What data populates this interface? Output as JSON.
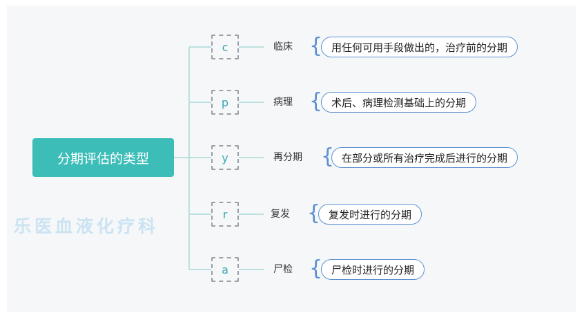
{
  "root": {
    "label": "分期评估的类型"
  },
  "watermark": "乐医血液化疗科",
  "branches": [
    {
      "code": "c",
      "label": "临床",
      "desc": "用任何可用手段做出的，治疗前的分期"
    },
    {
      "code": "p",
      "label": "病理",
      "desc": "术后、病理检测基础上的分期"
    },
    {
      "code": "y",
      "label": "再分期",
      "desc": "在部分或所有治疗完成后进行的分期"
    },
    {
      "code": "r",
      "label": "复发",
      "desc": "复发时进行的分期"
    },
    {
      "code": "a",
      "label": "尸检",
      "desc": "尸检时进行的分期"
    }
  ],
  "colors": {
    "root": "#3dbdb8",
    "code_text": "#3aa8b2",
    "desc_border": "#5b8fd1",
    "connector": "#a9d9d6"
  }
}
